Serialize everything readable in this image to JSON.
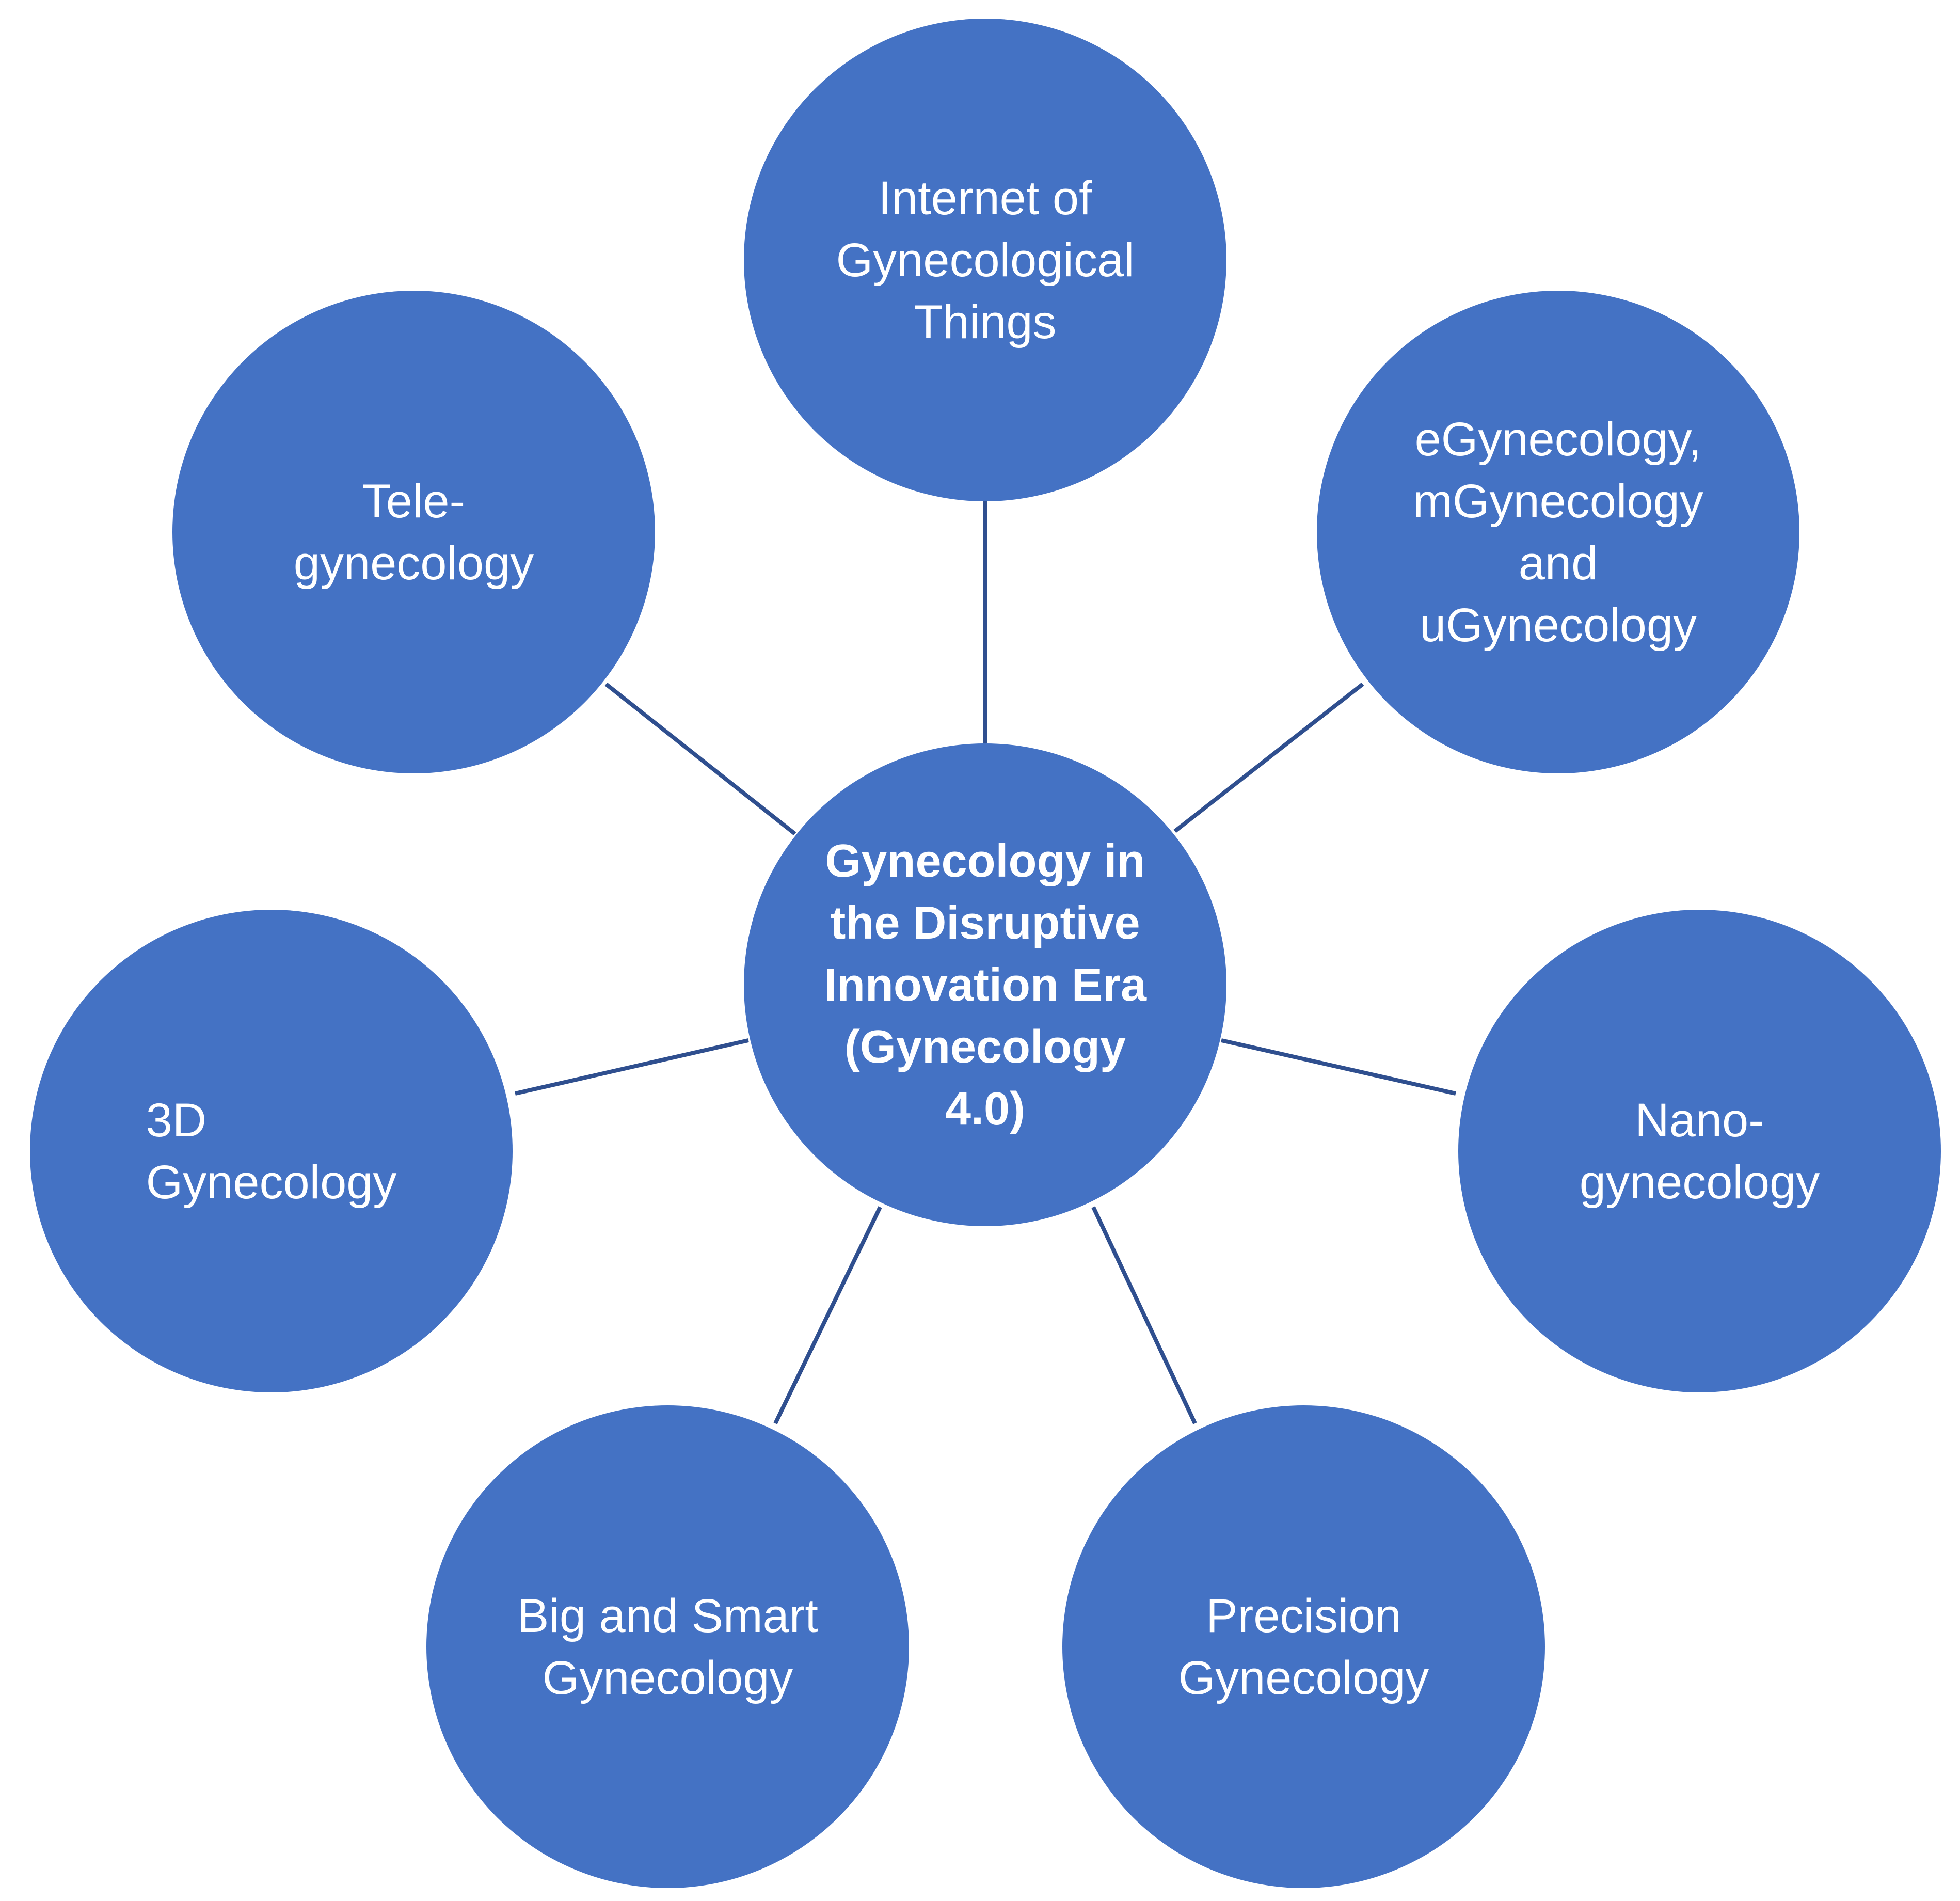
{
  "colors": {
    "node_fill": "#4472C4",
    "connector": "#2F4F8F",
    "text": "#FFFFFF",
    "background": "#FFFFFF"
  },
  "center": {
    "label": "Gynecology in\nthe Disruptive\nInnovation Era\n(Gynecology\n4.0)"
  },
  "nodes": [
    {
      "id": "internet",
      "label": "Internet of\nGynecological\nThings"
    },
    {
      "id": "ehealth",
      "label": "eGynecology,\nmGynecology\nand\nuGynecology"
    },
    {
      "id": "nano",
      "label": "Nano-\ngynecology"
    },
    {
      "id": "precision",
      "label": "Precision\nGynecology"
    },
    {
      "id": "bigsmart",
      "label": "Big and Smart\nGynecology"
    },
    {
      "id": "threed",
      "label": "3D\nGynecology"
    },
    {
      "id": "tele",
      "label": "Tele-\ngynecology"
    }
  ]
}
